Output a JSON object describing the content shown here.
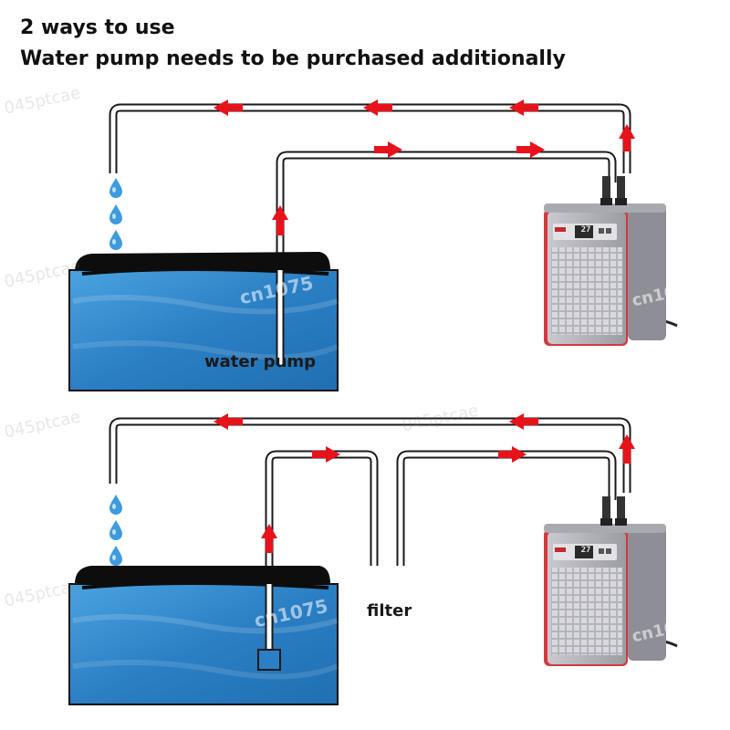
{
  "heading": {
    "line1": "2 ways to use",
    "line2": "Water pump needs to be purchased additionally"
  },
  "labels": {
    "water_pump": "water pump",
    "filter": "filter"
  },
  "chiller": {
    "display_value": "27"
  },
  "watermark": {
    "text_a": "cn1075",
    "text_b": "045ptcae"
  },
  "colors": {
    "pipe": "#1a1a1a",
    "arrow": "#e8121b",
    "tank_water": "#2f86c9",
    "tank_rim": "#0d0d0d",
    "droplet": "#3d9be0",
    "chiller_body": "#8c8c92",
    "chiller_trim": "#c8343c"
  },
  "icons": [
    "water-droplet-icon",
    "flow-arrow-icon",
    "water-chiller-icon",
    "water-pump-icon"
  ]
}
